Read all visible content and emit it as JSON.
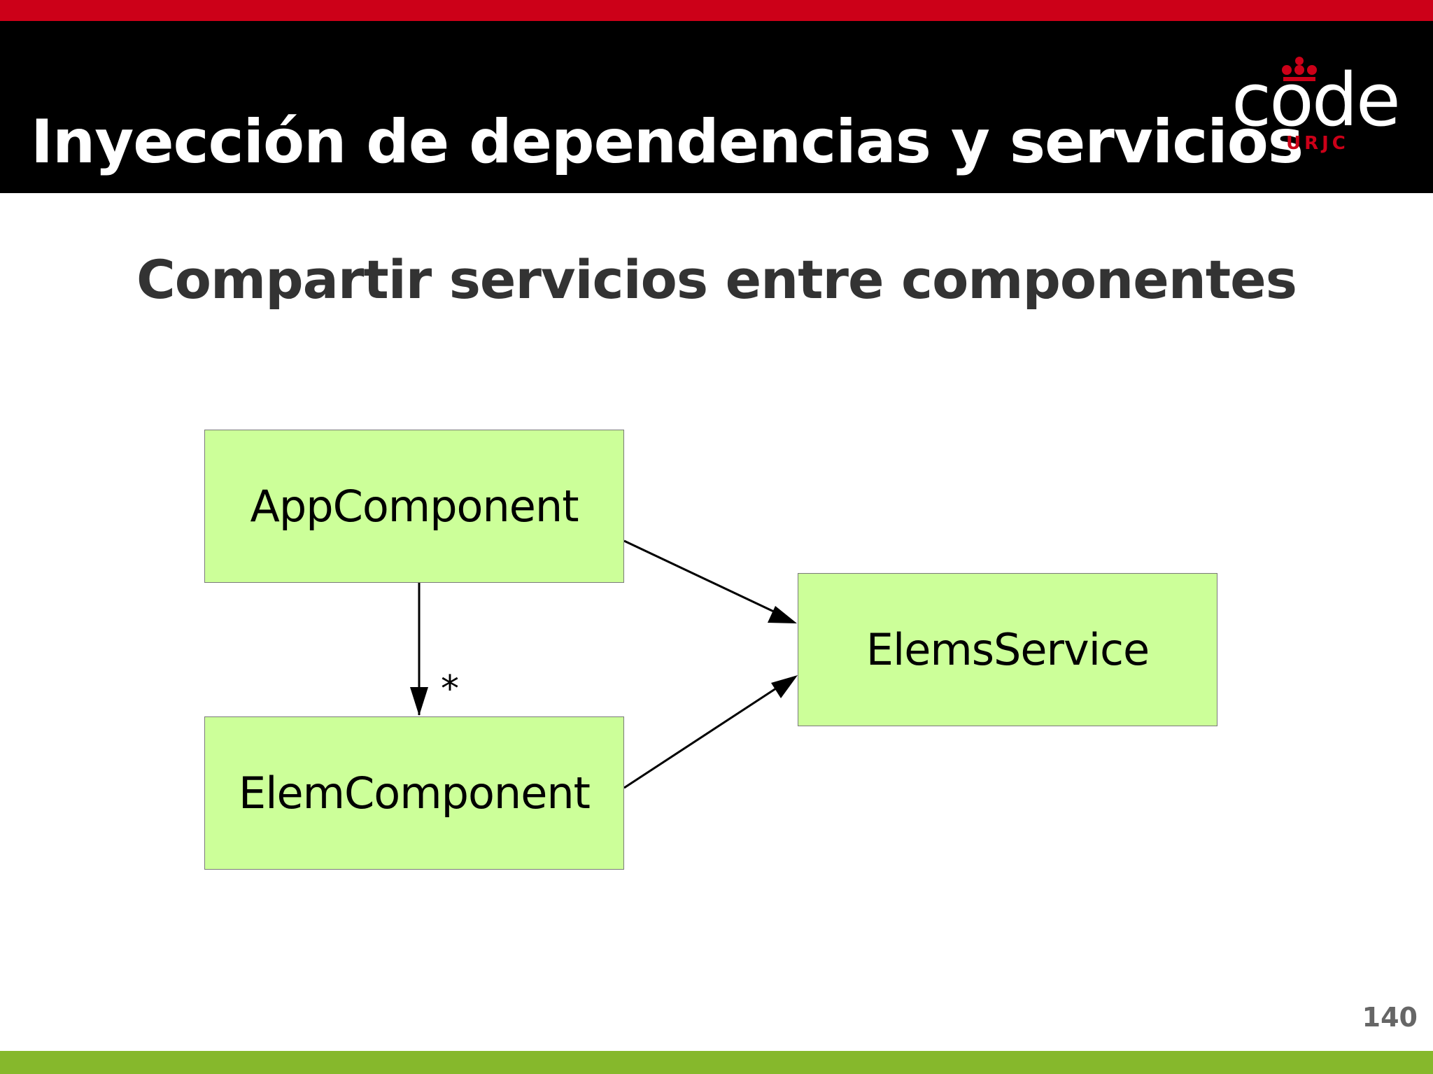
{
  "slide": {
    "header_title": "Inyección de dependencias y servicios",
    "subtitle": "Compartir servicios entre componentes",
    "page_number": "140",
    "logo": {
      "word": "code",
      "sub": "URJC"
    }
  },
  "diagram": {
    "nodes": [
      {
        "id": "app",
        "label": "AppComponent"
      },
      {
        "id": "elem",
        "label": "ElemComponent"
      },
      {
        "id": "service",
        "label": "ElemsService"
      }
    ],
    "edges": [
      {
        "from": "AppComponent",
        "to": "ElemComponent",
        "multiplicity": "*"
      },
      {
        "from": "AppComponent",
        "to": "ElemsService"
      },
      {
        "from": "ElemComponent",
        "to": "ElemsService"
      }
    ]
  },
  "colors": {
    "top_stripe": "#cc0018",
    "header_bg": "#000000",
    "box_fill": "#ccff99",
    "bottom_bar": "#86b82c"
  }
}
